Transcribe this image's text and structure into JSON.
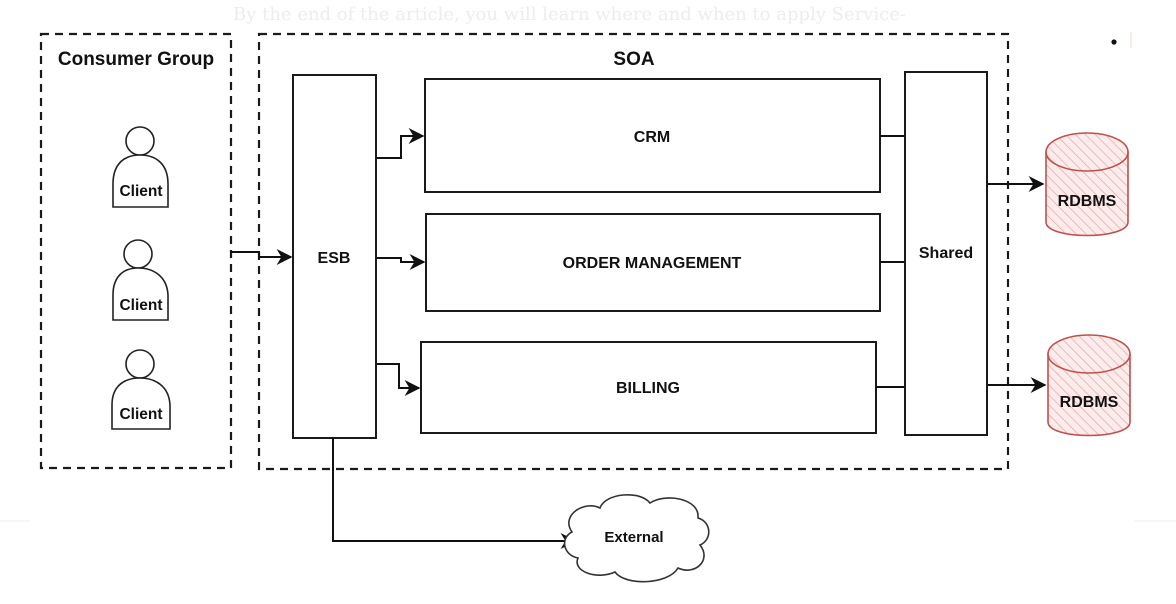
{
  "caption": "By the end of the article, you will learn where and when to apply Service-",
  "diagram": {
    "consumer_group": {
      "title": "Consumer Group",
      "clients": [
        {
          "label": "Client"
        },
        {
          "label": "Client"
        },
        {
          "label": "Client"
        }
      ]
    },
    "soa": {
      "title": "SOA",
      "esb": {
        "label": "ESB"
      },
      "services": [
        {
          "label": "CRM"
        },
        {
          "label": "ORDER MANAGEMENT"
        },
        {
          "label": "BILLING"
        }
      ],
      "shared": {
        "label": "Shared"
      }
    },
    "databases": [
      {
        "label": "RDBMS"
      },
      {
        "label": "RDBMS"
      }
    ],
    "external": {
      "label": "External"
    },
    "colors": {
      "database_stroke": "#c0504d",
      "database_fill": "#fbe4e3",
      "line": "#111111"
    }
  },
  "side_bullet": "•"
}
